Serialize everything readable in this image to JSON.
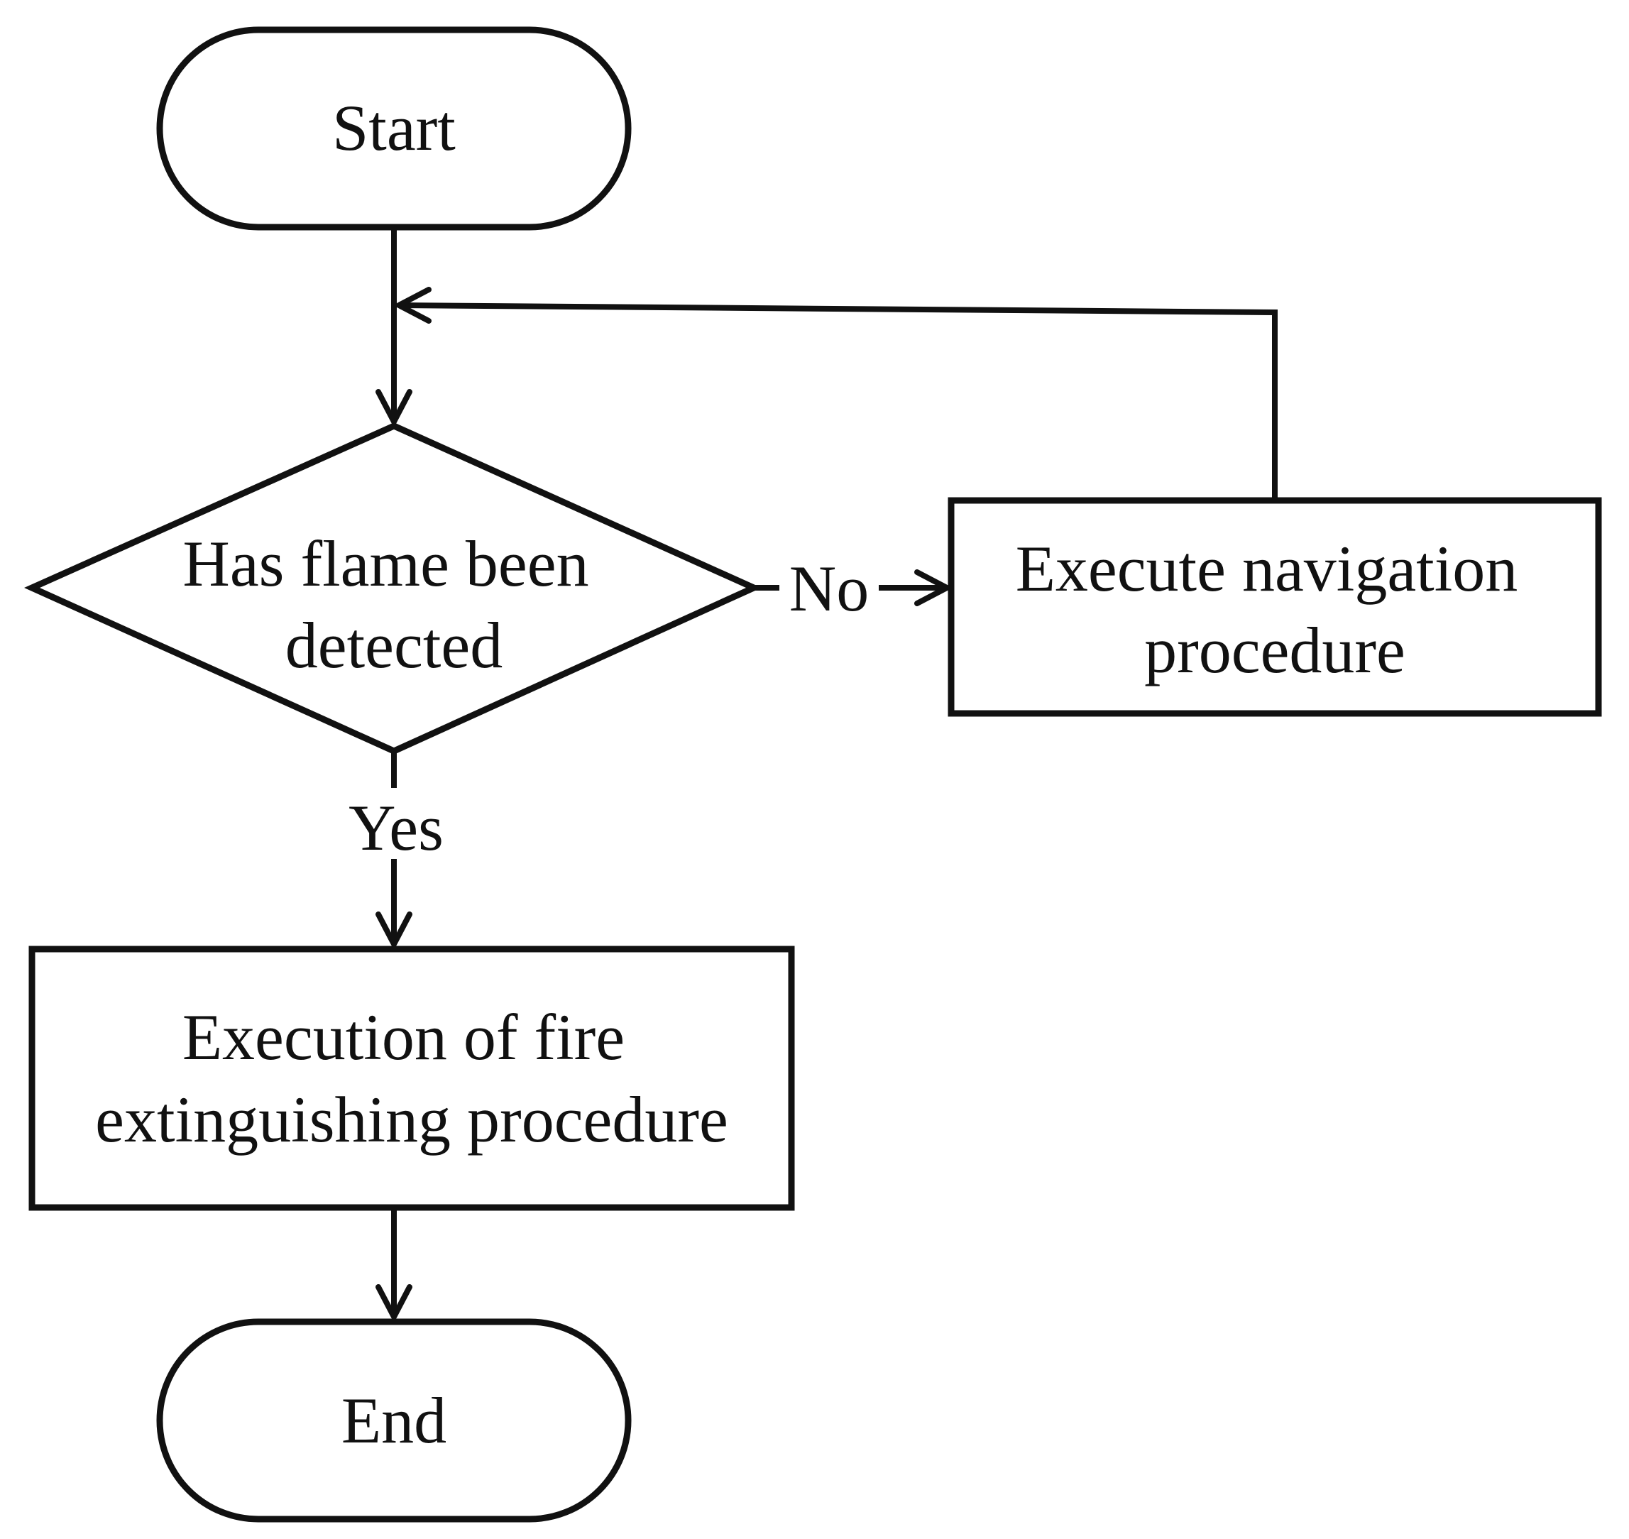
{
  "nodes": {
    "start": {
      "label": "Start"
    },
    "decision": {
      "lines": [
        "Has flame been",
        "detected"
      ]
    },
    "navigation": {
      "lines": [
        "Execute navigation",
        "procedure"
      ]
    },
    "extinguish": {
      "lines": [
        "Execution of fire",
        "extinguishing procedure"
      ]
    },
    "end": {
      "label": "End"
    }
  },
  "edges": {
    "no_label": "No",
    "yes_label": "Yes"
  }
}
